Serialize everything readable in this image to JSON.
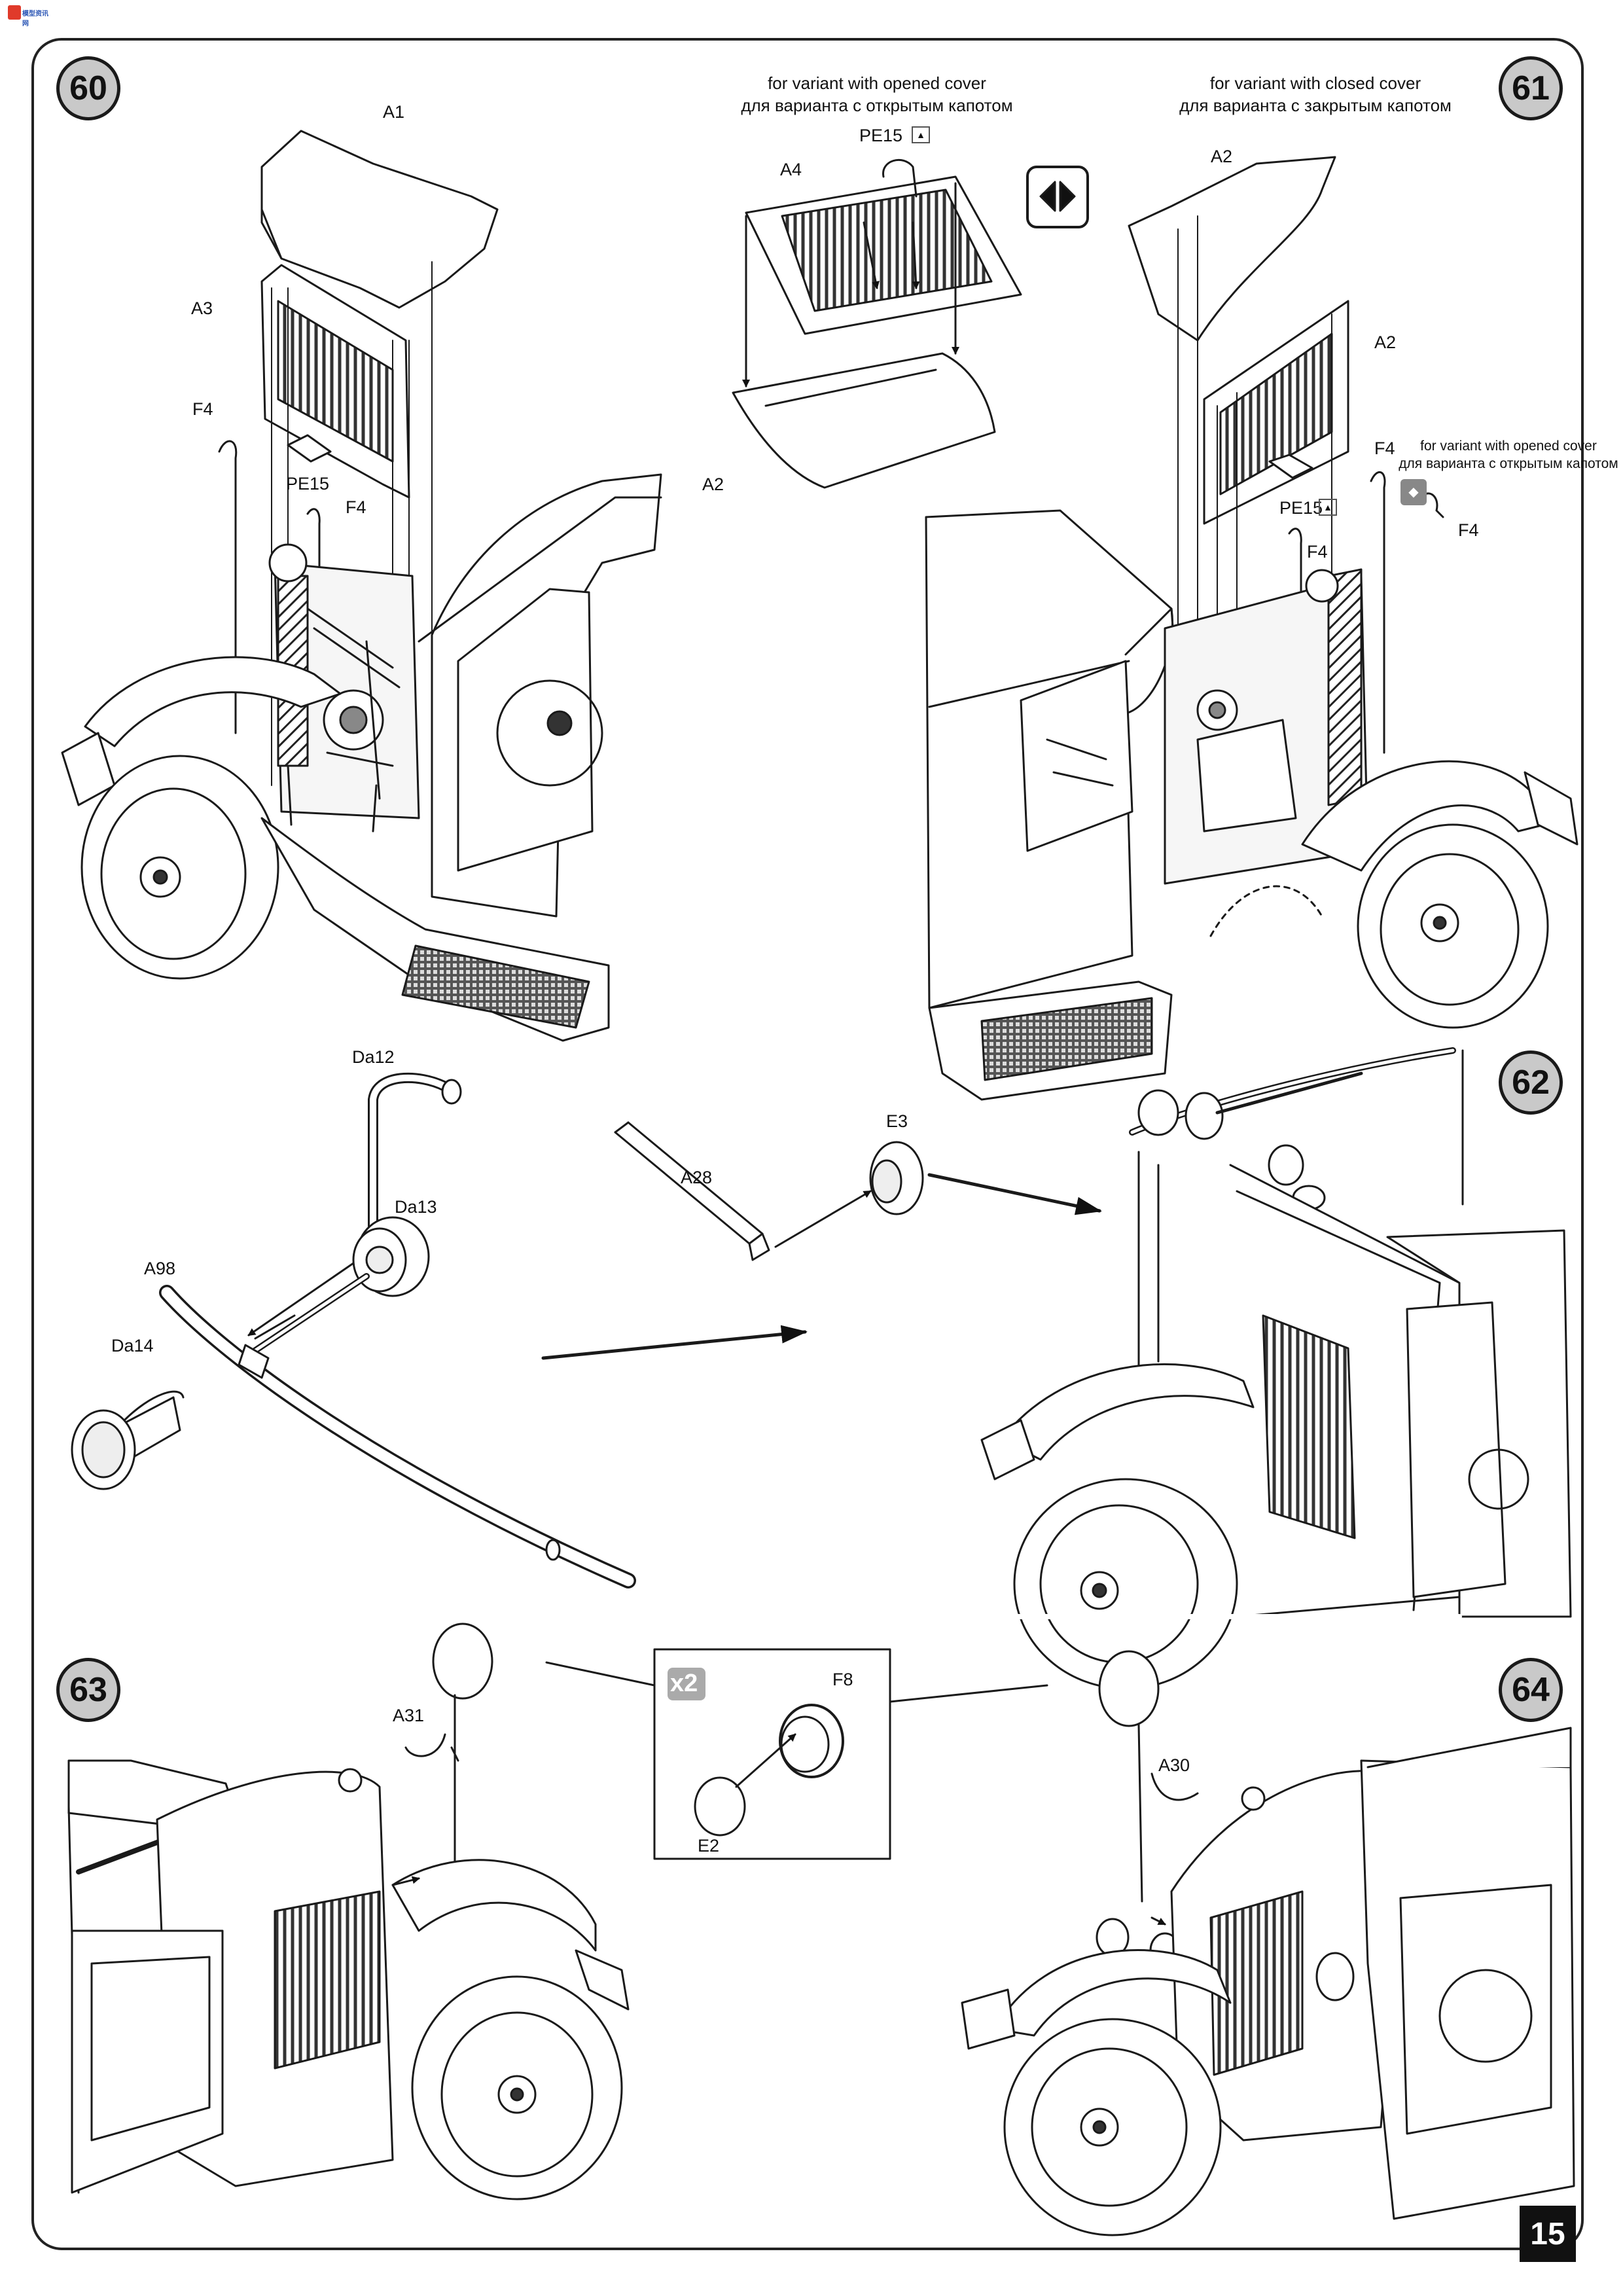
{
  "logo_text": "模型资讯网",
  "page_number": "15",
  "steps": [
    "60",
    "61",
    "62",
    "63",
    "64"
  ],
  "notes": {
    "opened_en": "for variant with opened cover",
    "opened_ru": "для варианта с открытым капотом",
    "closed_en": "for variant with closed cover",
    "closed_ru": "для варианта с закрытым капотом",
    "opened_en_2": "for variant with opened cover",
    "opened_ru_2": "для варианта с открытым капотом"
  },
  "multiplier": "x2",
  "parts": {
    "a1": "A1",
    "a3": "A3",
    "f4_a": "F4",
    "pe15_a": "PE15",
    "f4_b": "F4",
    "pe15_b": "PE15",
    "a4": "A4",
    "a2_a": "A2",
    "a2_b": "A2",
    "a2_c": "A2",
    "f4_c": "F4",
    "pe15_c": "PE15",
    "f4_d": "F4",
    "f4_e": "F4",
    "da12": "Da12",
    "da13": "Da13",
    "a98": "A98",
    "da14": "Da14",
    "a28": "A28",
    "e3": "E3",
    "a31": "A31",
    "f8": "F8",
    "e2": "E2",
    "a30": "A30"
  },
  "icons": [
    "photo-etch-icon",
    "alternative-option-icon"
  ]
}
